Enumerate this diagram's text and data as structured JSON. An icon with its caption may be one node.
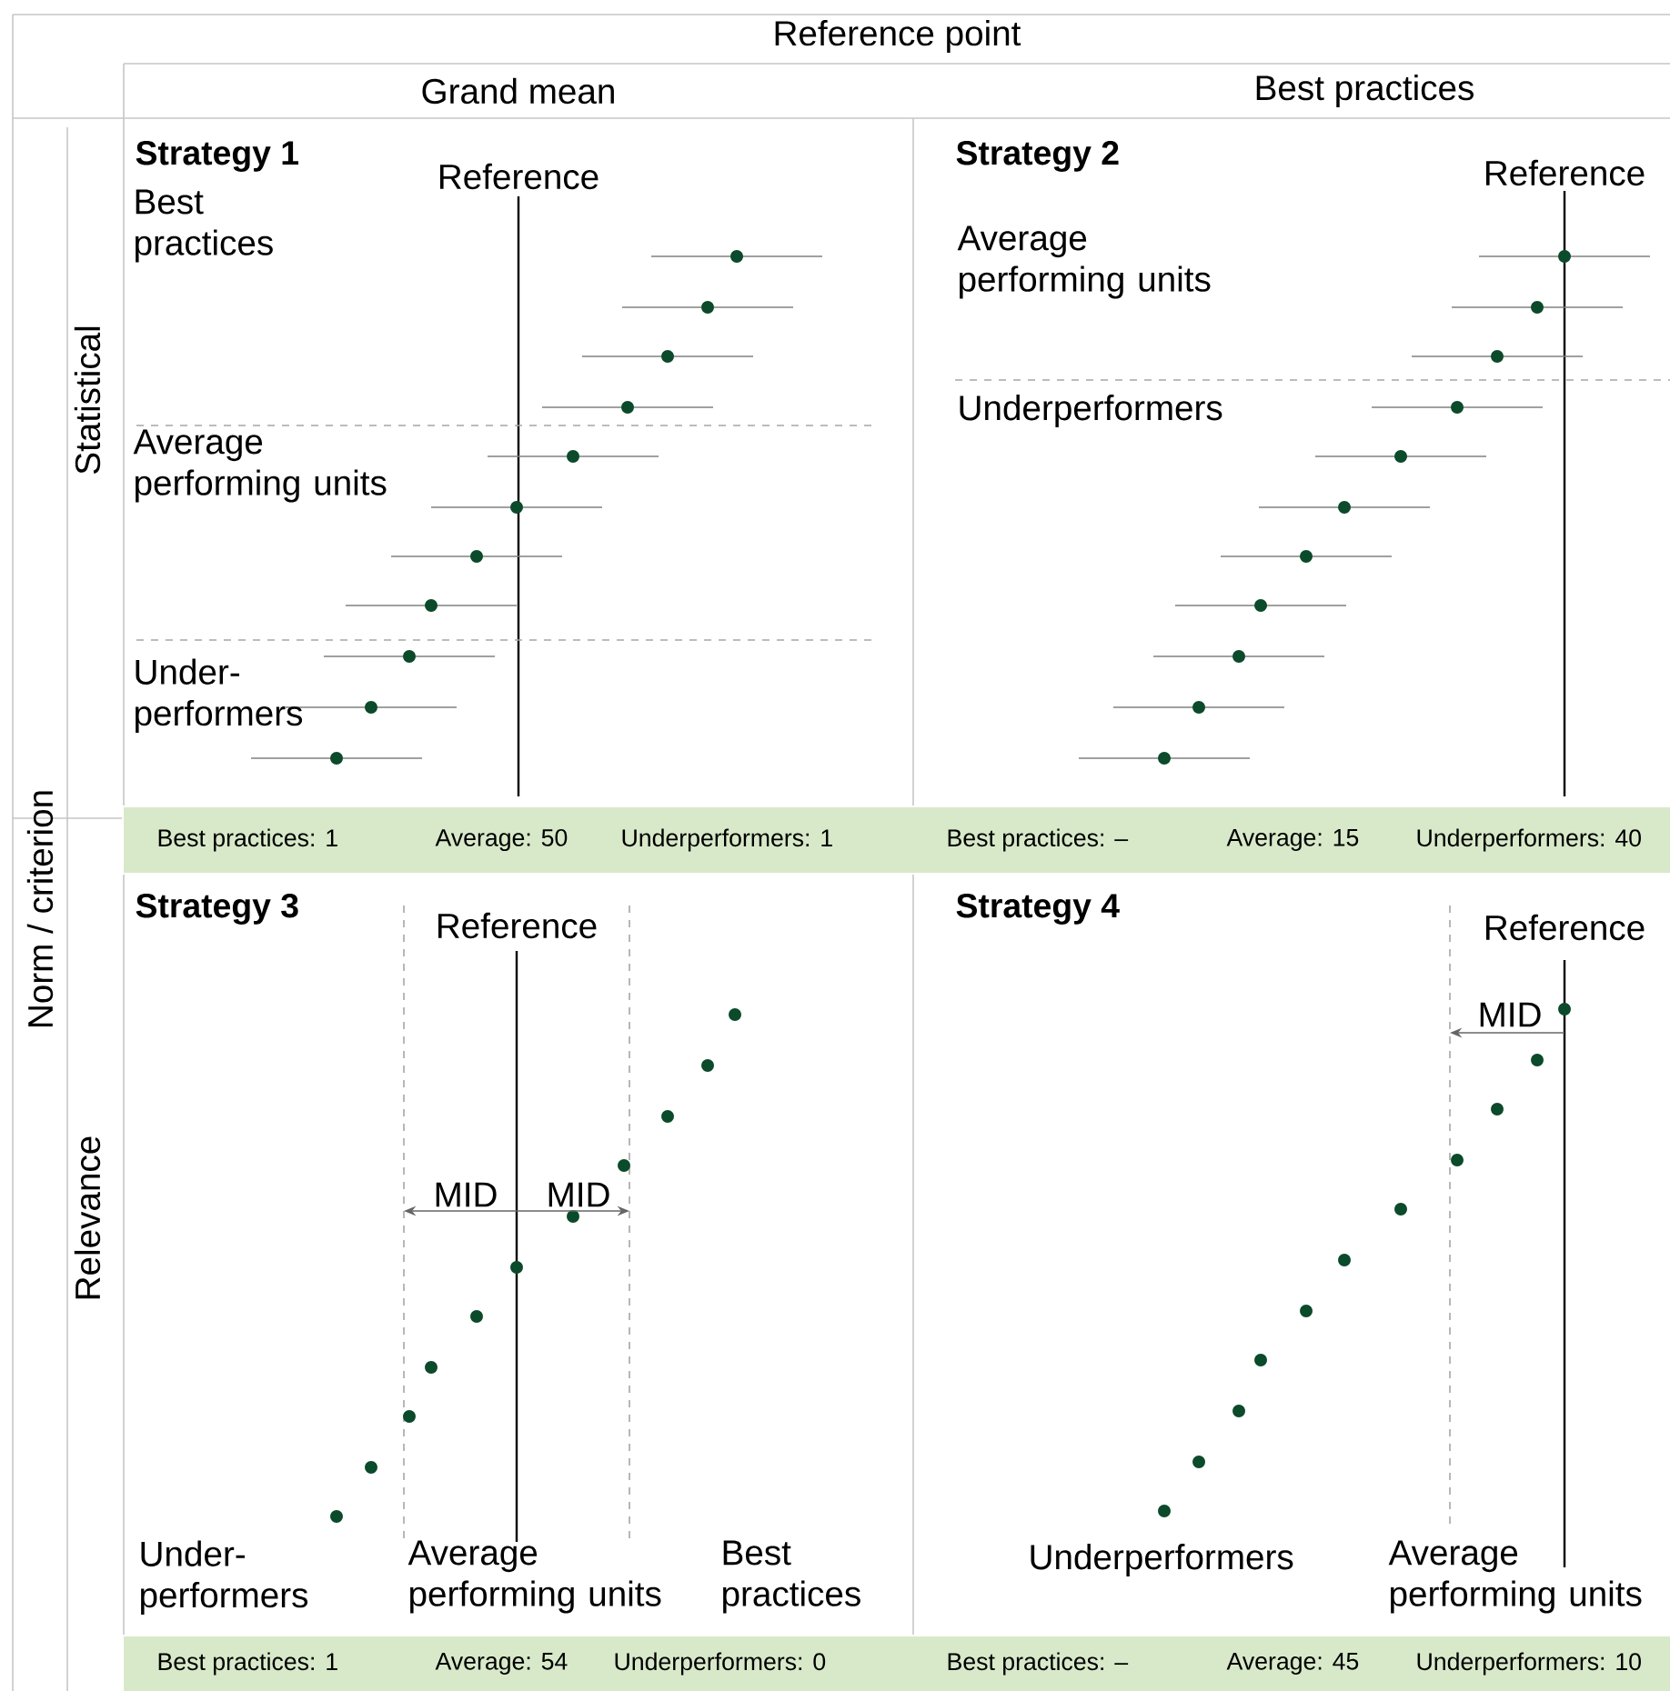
{
  "diagram": {
    "labels": [
      "Reference point",
      "Grand mean",
      "Best practices",
      "Norm / criterion",
      "Statistical",
      "Strategy 1",
      "Reference",
      "Best practices",
      "Average performing units",
      "Under- performers",
      "Strategy 2",
      "Reference",
      "Average performing units",
      "Underperformers",
      "Best practices: 1",
      "Average: 50",
      "Underperformers: 1",
      "Best practices: –",
      "Average: 15",
      "Underperformers: 40",
      "Relevance",
      "Strategy 3",
      "Reference",
      "MID",
      "MID",
      "Under- performers",
      "Average performing units",
      "Best practices",
      "Strategy 4",
      "Reference",
      "MID",
      "Underperformers",
      "Average performing units",
      "Best practices: 1",
      "Average: 54",
      "Underperformers: 0",
      "Best practices: –",
      "Average: 45",
      "Underperformers: 10"
    ]
  }
}
